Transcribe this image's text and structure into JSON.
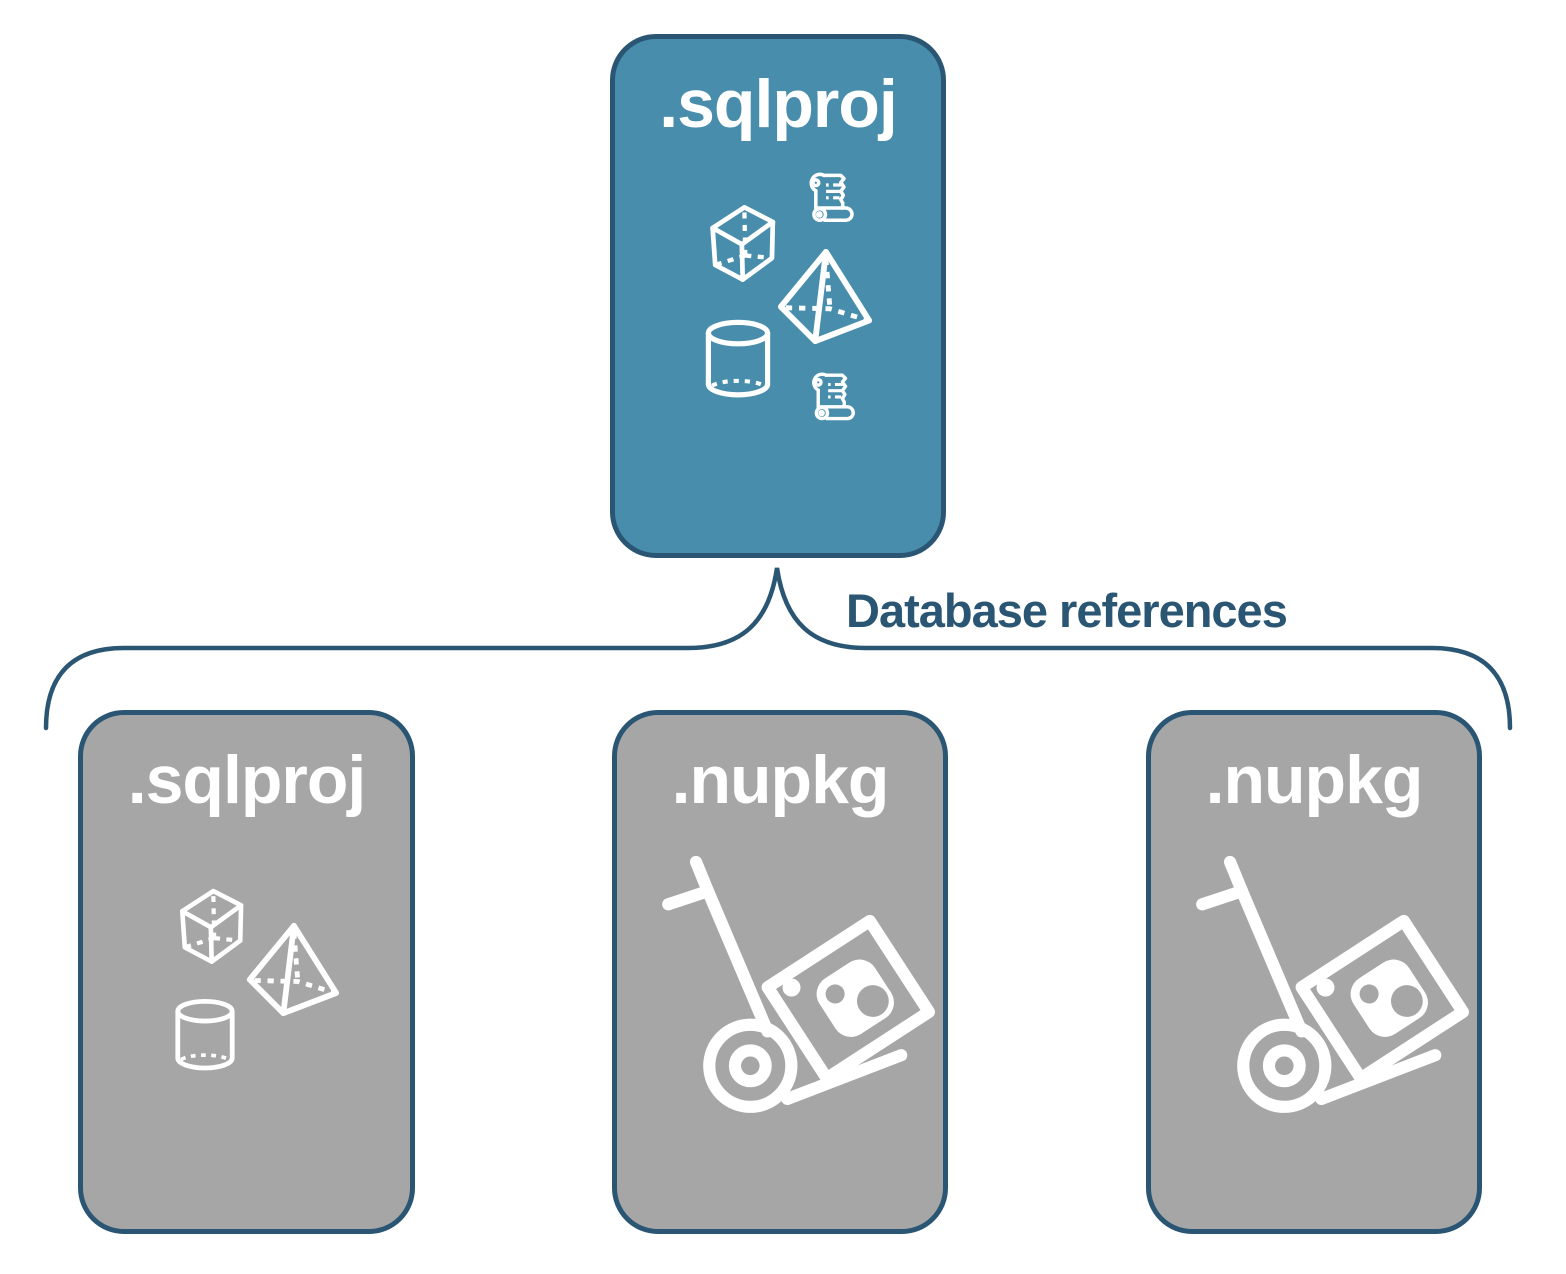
{
  "colors": {
    "accent_teal": "#488DAB",
    "outline_navy": "#2A5674",
    "box_gray": "#A6A6A6",
    "icon_white": "#FFFFFF"
  },
  "root_box": {
    "label": ".sqlproj",
    "icons": [
      "cube-icon",
      "scroll-icon",
      "pyramid-icon",
      "cylinder-icon",
      "scroll-icon"
    ]
  },
  "connector": {
    "label": "Database references",
    "shape": "curly-brace"
  },
  "reference_boxes": [
    {
      "label": ".sqlproj",
      "icons": [
        "cube-icon",
        "pyramid-icon",
        "cylinder-icon"
      ]
    },
    {
      "label": ".nupkg",
      "icons": [
        "handtruck-package-icon"
      ]
    },
    {
      "label": ".nupkg",
      "icons": [
        "handtruck-package-icon"
      ]
    }
  ]
}
